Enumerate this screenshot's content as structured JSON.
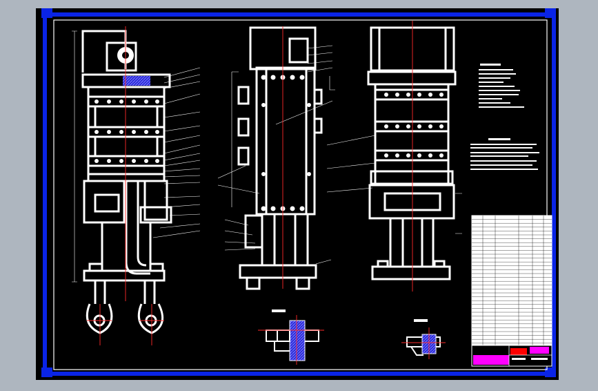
{
  "viewport": {
    "background": "#aeb6bf",
    "sheet_color": "#000000",
    "frame_color": "#0a24e6",
    "line_color": "#ffffff",
    "center_line_color": "#ff2a2a",
    "accent_color": "#ff00ff",
    "hatch_color": "#2a2ad8"
  },
  "drawing": {
    "views": [
      "front-section-view",
      "side-section-view",
      "rear-section-view",
      "detail-view-a",
      "detail-view-b"
    ],
    "detail_labels": [
      "A-A",
      "B-B"
    ],
    "technical_requirements_title": "技术要求",
    "specifications_title": "技术参数"
  },
  "title_block": {
    "company": "",
    "drawing_name": "",
    "stamp_text": ""
  }
}
